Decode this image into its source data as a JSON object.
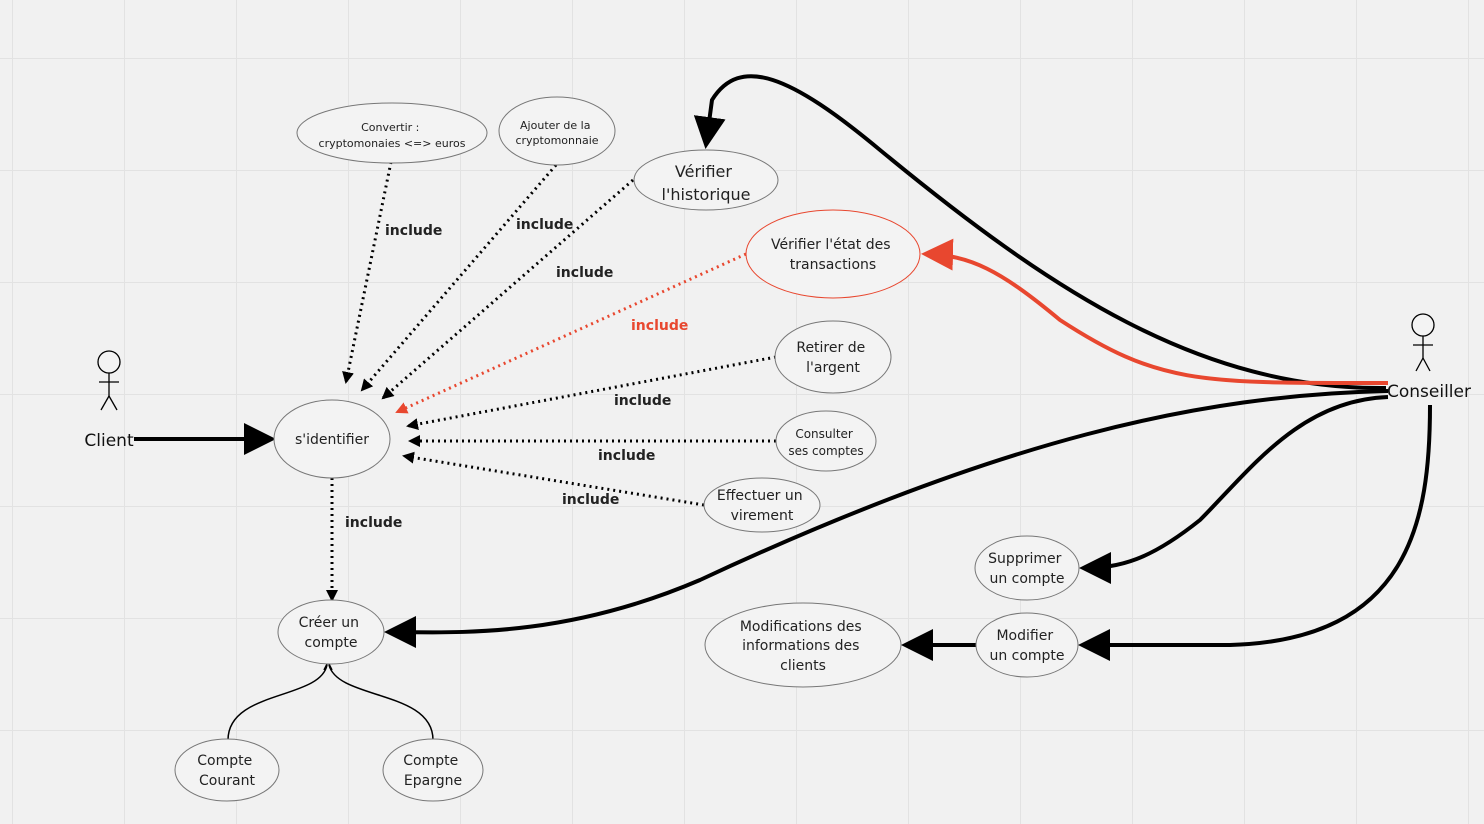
{
  "actors": {
    "client": "Client",
    "conseiller": "Conseiller"
  },
  "use_cases": {
    "convertir": [
      "Convertir :",
      "cryptomonaies <=> euros"
    ],
    "ajouter": [
      "Ajouter de la",
      "cryptomonnaie"
    ],
    "historique": [
      "Vérifier",
      "l'historique"
    ],
    "etat": [
      "Vérifier l'état des",
      "transactions"
    ],
    "retirer": [
      "Retirer de",
      "l'argent"
    ],
    "consulter": [
      "Consulter",
      "ses comptes"
    ],
    "virement": [
      "Effectuer un",
      "virement"
    ],
    "identifier": [
      "s'identifier"
    ],
    "creer": [
      "Créer un",
      "compte"
    ],
    "supprimer": [
      "Supprimer",
      "un compte"
    ],
    "modifier": [
      "Modifier",
      "un compte"
    ],
    "modifications": [
      "Modifications des",
      "informations des",
      "clients"
    ],
    "courant": [
      "Compte",
      "Courant"
    ],
    "epargne": [
      "Compte",
      "Epargne"
    ]
  },
  "relation_label": "include",
  "colors": {
    "highlight": "#e8472f",
    "line": "#000000",
    "ellipse_border": "#777777"
  }
}
